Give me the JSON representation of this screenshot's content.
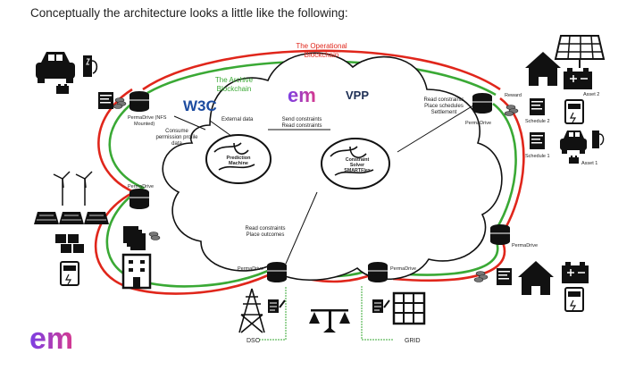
{
  "intro_text": "Conceptually the architecture looks a little like the following:",
  "labels": {
    "operational_line1": "The Operational",
    "operational_line2": "Blockchain",
    "archive_line1": "The Archive",
    "archive_line2": "Blockchain",
    "w3c": "W3C",
    "em": "em",
    "vpp": "VPP",
    "external_data": "External data",
    "consume_line1": "Consume",
    "consume_line2": "permission profile",
    "consume_line3": "data",
    "send_constraints": "Send constraints",
    "read_constraints_center": "Read constraints",
    "prediction_line1": "Prediction",
    "prediction_line2": "Machine",
    "solver_line1": "Constraint",
    "solver_line2": "Solver",
    "solver_line3": "SMARTFlex",
    "read_constraints_tr": "Read constraints",
    "place_schedules": "Place schedules",
    "settlement": "Settlement",
    "read_constraints_bottom": "Read constraints",
    "place_outcomes": "Place outcomes",
    "permadrive_nfs_1": "PermaDrive (NFS",
    "permadrive_nfs_2": "Mounted)",
    "permadrive_left": "PermaDrive",
    "permadrive_tr": "PermaDrive",
    "permadrive_right": "PermaDrive",
    "permadrive_bottom_left": "PermaDrive",
    "permadrive_bottom_right": "PermaDrive",
    "reward": "Reward",
    "schedule2": "Schedule 2",
    "schedule1": "Schedule 1",
    "asset2": "Asset 2",
    "asset1": "Asset 1",
    "dso": "DSO",
    "grid": "GRID",
    "logo_text": "em"
  },
  "colors": {
    "operational_line": "#e0261b",
    "archive_line": "#3aa935",
    "brand_purple": "#7b3fe4",
    "brand_pink": "#d63a8f",
    "icon_dark": "#111111"
  }
}
